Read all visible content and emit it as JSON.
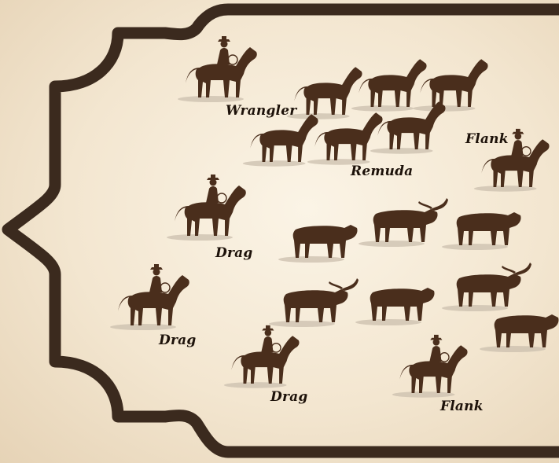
{
  "colors": {
    "frame": "#3b2a1e",
    "silhouette": "#4a2e1c",
    "shadow": "#cbbfae",
    "label": "#1d120a"
  },
  "labels": {
    "wrangler": "Wrangler",
    "remuda": "Remuda",
    "flank_top": "Flank",
    "flank_bottom": "Flank",
    "drag_1": "Drag",
    "drag_2": "Drag",
    "drag_3": "Drag"
  },
  "figures": {
    "riders": [
      "wrangler",
      "flank-top",
      "drag",
      "drag",
      "drag",
      "flank-bottom"
    ],
    "remuda_horses": 6,
    "cattle": 7
  }
}
